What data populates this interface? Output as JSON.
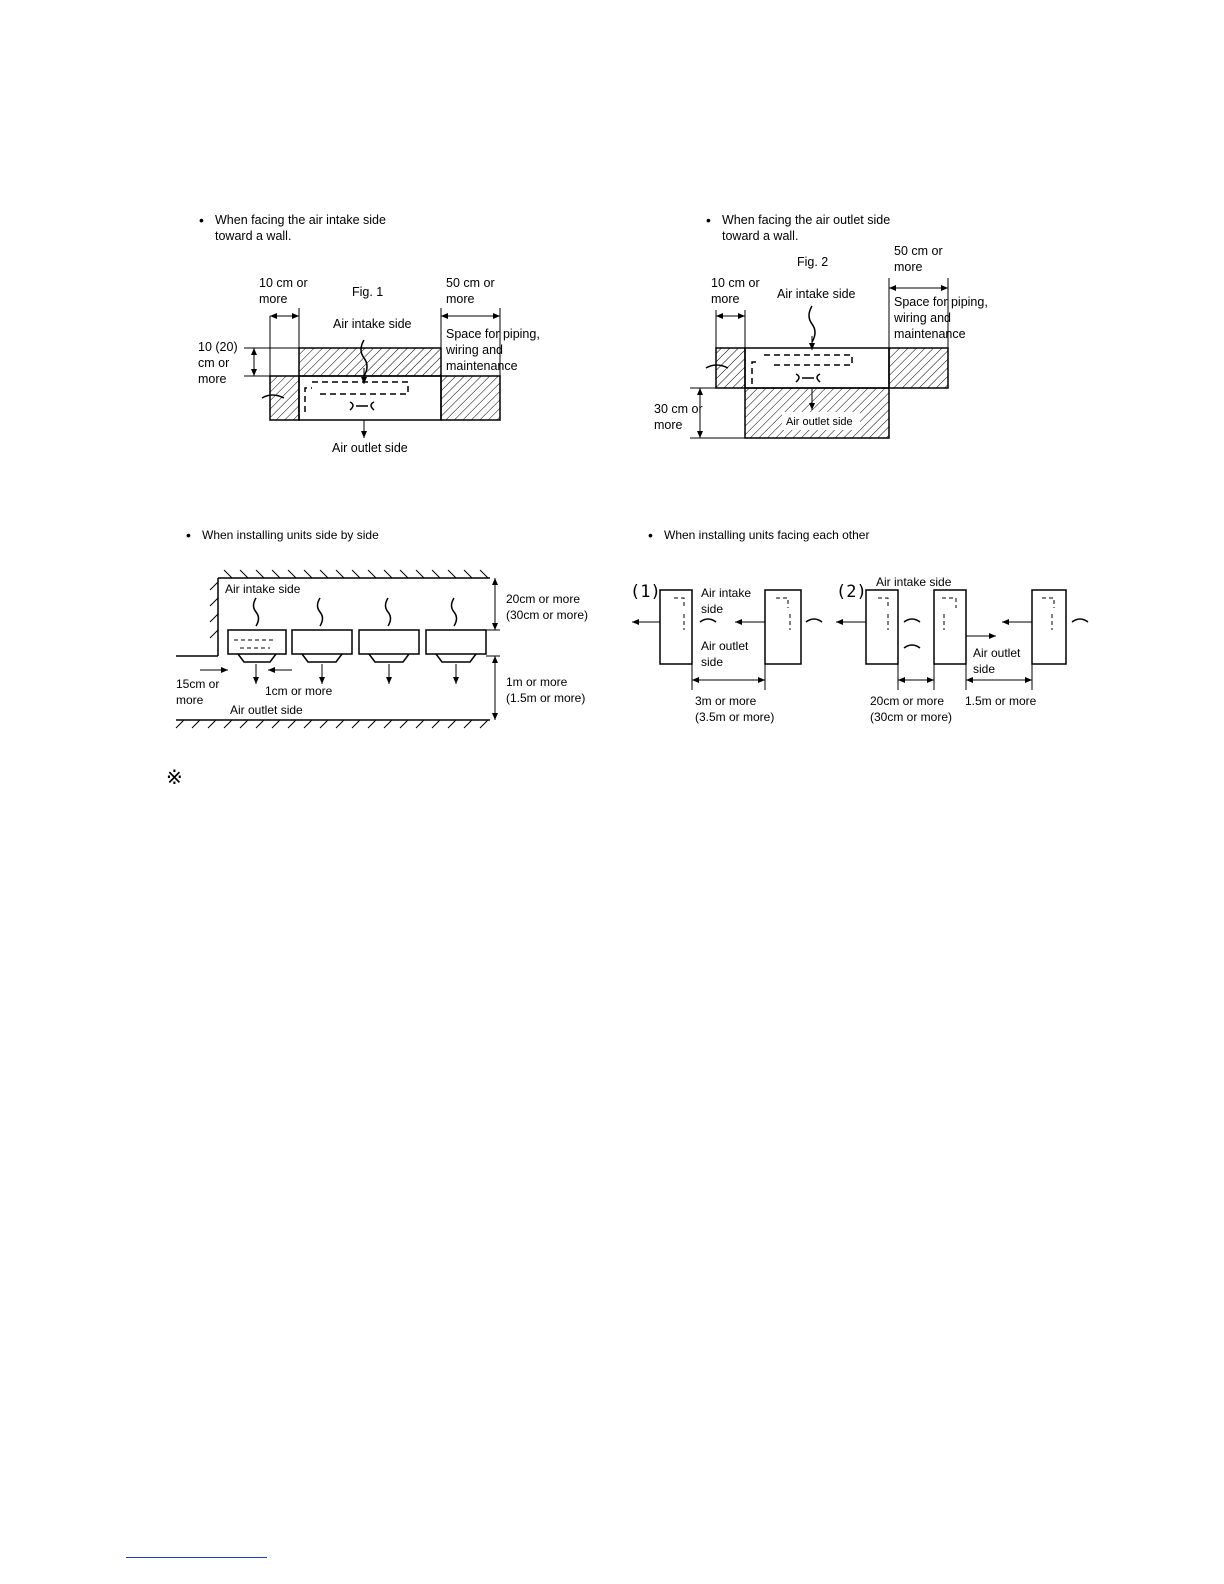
{
  "fig1": {
    "bullet": "When facing the air intake side\ntoward a wall.",
    "title": "Fig. 1",
    "left_gap": "10 cm or\nmore",
    "right_gap": "50 cm or\nmore",
    "intake": "Air intake side",
    "space": "Space for piping,\nwiring and\nmaintenance",
    "height_gap": "10 (20)\ncm or\nmore",
    "outlet": "Air outlet side"
  },
  "fig2": {
    "bullet": "When facing the air outlet side\ntoward a wall.",
    "title": "Fig. 2",
    "right_gap": "50 cm or\nmore",
    "left_gap": "10 cm or\nmore",
    "intake": "Air intake side",
    "space": "Space for piping,\nwiring and\nmaintenance",
    "bottom_gap": "30 cm or\nmore",
    "outlet": "Air outlet side"
  },
  "fig3": {
    "bullet": "When installing units side by side",
    "intake": "Air intake side",
    "top_gap": "20cm or more\n(30cm or more)",
    "bottom_gap": "1m or more\n(1.5m or more)",
    "left_gap": "15cm or\nmore",
    "between": "1cm or more",
    "outlet": "Air outlet side"
  },
  "fig4": {
    "bullet": "When installing units facing each other",
    "label1": "(1)",
    "label2": "(2)",
    "intake_top": "Air intake side",
    "intake1": "Air intake\nside",
    "outlet1": "Air outlet\nside",
    "outlet2": "Air outlet\nside",
    "gap1": "3m or more\n(3.5m or more)",
    "gap2": "20cm or more\n(30cm or more)",
    "gap3": "1.5m or more"
  },
  "note_mark": "※"
}
